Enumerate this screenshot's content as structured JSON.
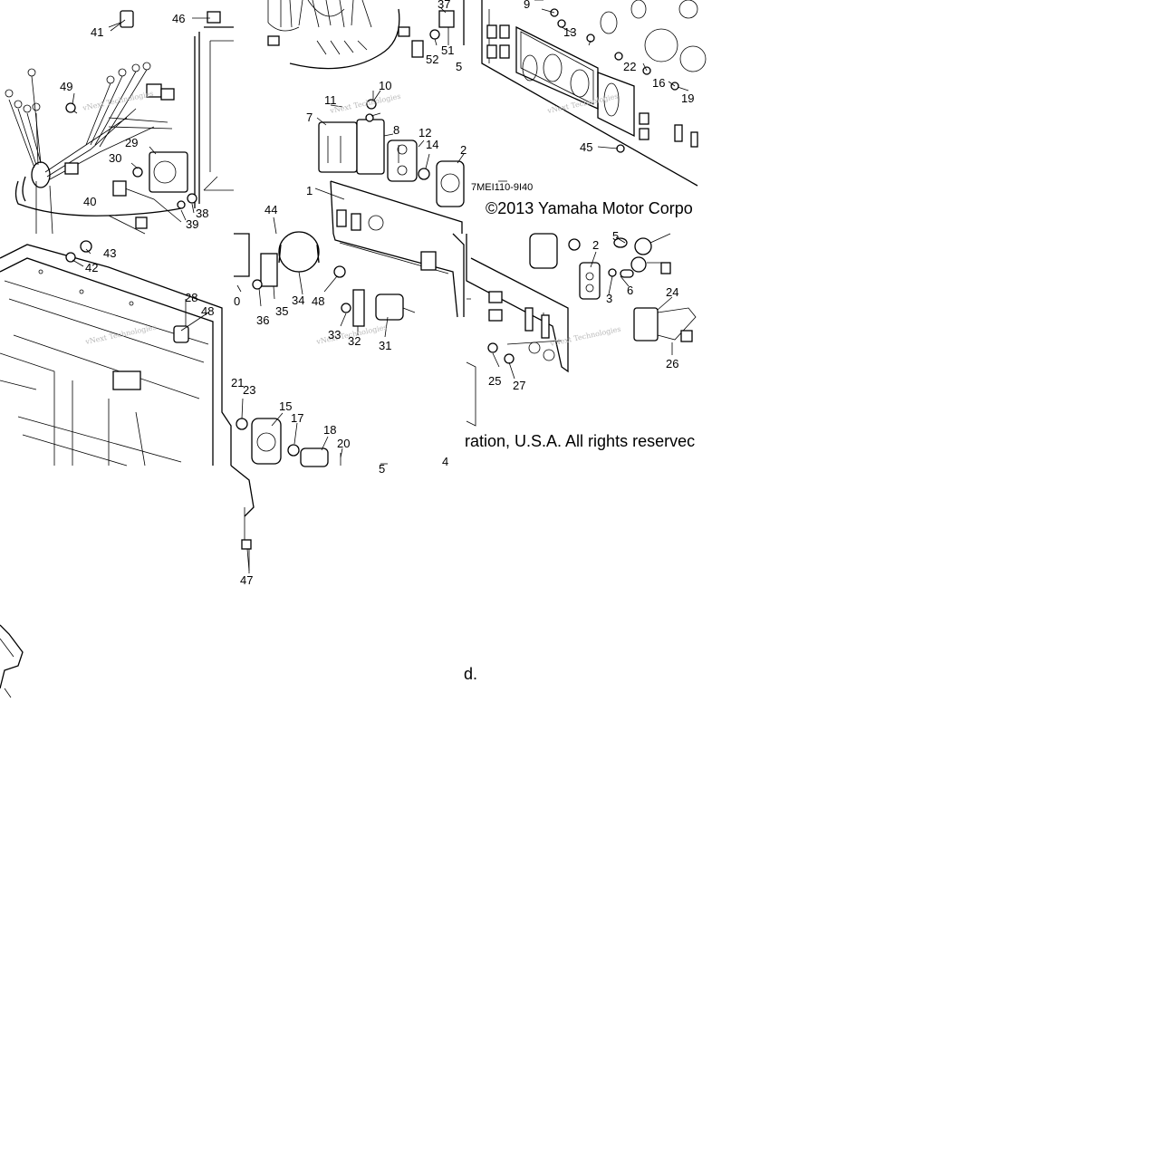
{
  "diagram": {
    "part_code": "7MEI110-9I40",
    "copyright_line1": "©2013 Yamaha Motor Corpo",
    "copyright_line2": "ration, U.S.A. All rights reservec",
    "copyright_line3": "d.",
    "watermark": "vNext Technologies",
    "callouts": [
      {
        "label": "41"
      },
      {
        "label": "46"
      },
      {
        "label": "49"
      },
      {
        "label": "29"
      },
      {
        "label": "30"
      },
      {
        "label": "40"
      },
      {
        "label": "38"
      },
      {
        "label": "39"
      },
      {
        "label": "43"
      },
      {
        "label": "42"
      },
      {
        "label": "28"
      },
      {
        "label": "48"
      },
      {
        "label": "21"
      },
      {
        "label": "23"
      },
      {
        "label": "15"
      },
      {
        "label": "17"
      },
      {
        "label": "18"
      },
      {
        "label": "20"
      },
      {
        "label": "47"
      },
      {
        "label": "37"
      },
      {
        "label": "52"
      },
      {
        "label": "51"
      },
      {
        "label": "5"
      },
      {
        "label": "11"
      },
      {
        "label": "10"
      },
      {
        "label": "7"
      },
      {
        "label": "8"
      },
      {
        "label": "12"
      },
      {
        "label": "14"
      },
      {
        "label": "2"
      },
      {
        "label": "1"
      },
      {
        "label": "44"
      },
      {
        "label": "0"
      },
      {
        "label": "36"
      },
      {
        "label": "35"
      },
      {
        "label": "34"
      },
      {
        "label": "48"
      },
      {
        "label": "33"
      },
      {
        "label": "32"
      },
      {
        "label": "31"
      },
      {
        "label": "9"
      },
      {
        "label": "13"
      },
      {
        "label": "22"
      },
      {
        "label": "16"
      },
      {
        "label": "19"
      },
      {
        "label": "45"
      },
      {
        "label": "2"
      },
      {
        "label": "5"
      },
      {
        "label": "3"
      },
      {
        "label": "6"
      },
      {
        "label": "24"
      },
      {
        "label": "26"
      },
      {
        "label": "25"
      },
      {
        "label": "27"
      },
      {
        "label": "4"
      },
      {
        "label": "5"
      }
    ]
  }
}
